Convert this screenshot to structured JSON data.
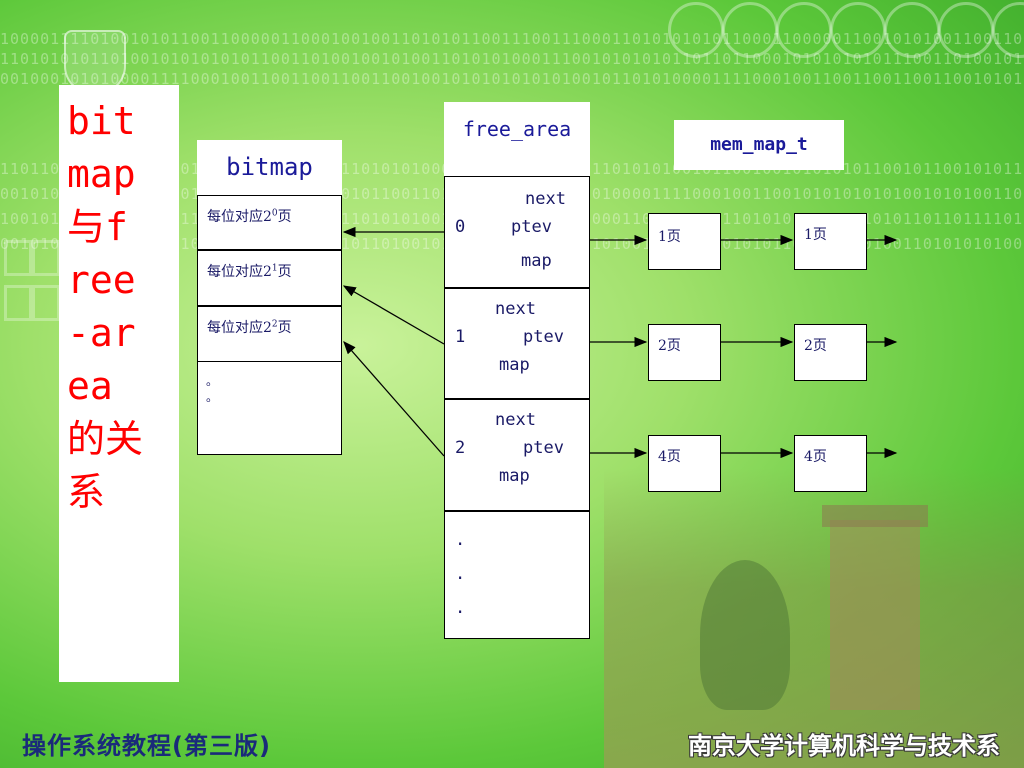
{
  "slide": {
    "title": "bitmap与free-area的关系"
  },
  "bitmap": {
    "header": "bitmap",
    "rows": [
      "每位对应2",
      "每位对应2",
      "每位对应2"
    ],
    "exponents": [
      "0",
      "1",
      "2"
    ],
    "row_suffix": "页",
    "ellipsis": [
      "。",
      "。"
    ]
  },
  "free_area": {
    "header": "free_area",
    "entries": [
      {
        "index": "0",
        "next": "next",
        "ptev": "ptev",
        "map": "map"
      },
      {
        "index": "1",
        "next": "next",
        "ptev": "ptev",
        "map": "map"
      },
      {
        "index": "2",
        "next": "next",
        "ptev": "ptev",
        "map": "map"
      }
    ],
    "dots": [
      ".",
      ".",
      "."
    ]
  },
  "mem_map": {
    "header": "mem_map_t",
    "rows": [
      [
        "1页",
        "1页"
      ],
      [
        "2页",
        "2页"
      ],
      [
        "4页",
        "4页"
      ]
    ]
  },
  "footer": {
    "left": "操作系统教程(第三版)",
    "right": "南京大学计算机科学与技术系"
  },
  "colors": {
    "title_red": "#ff0000",
    "text_blue": "#1a1a66",
    "background_green": "#8fd95a"
  }
}
